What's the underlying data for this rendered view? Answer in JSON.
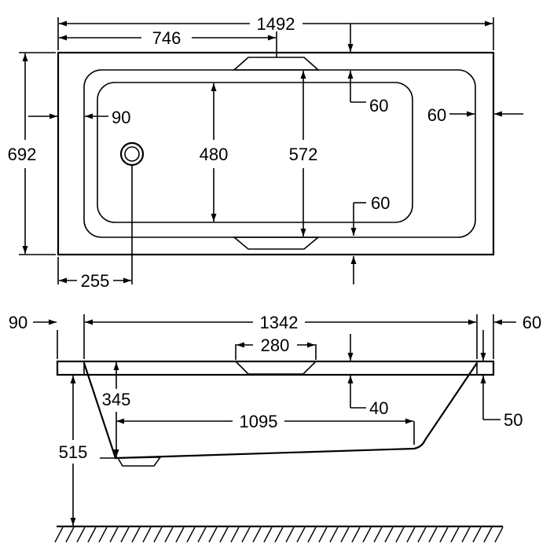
{
  "diagram": {
    "top_view": {
      "overall_length": "1492",
      "half_length": "746",
      "overall_width": "692",
      "inner_bottom_width": "480",
      "inner_top_width": "572",
      "left_rim": "90",
      "right_rim": "60",
      "top_rim": "60",
      "bottom_rim": "60",
      "drain_offset": "255"
    },
    "side_view": {
      "left_rim": "90",
      "right_rim": "60",
      "inner_length": "1342",
      "armrest_width": "280",
      "depth": "345",
      "rim_thickness": "40",
      "right_edge_drop": "50",
      "floor_length": "1095",
      "total_height": "515"
    }
  }
}
